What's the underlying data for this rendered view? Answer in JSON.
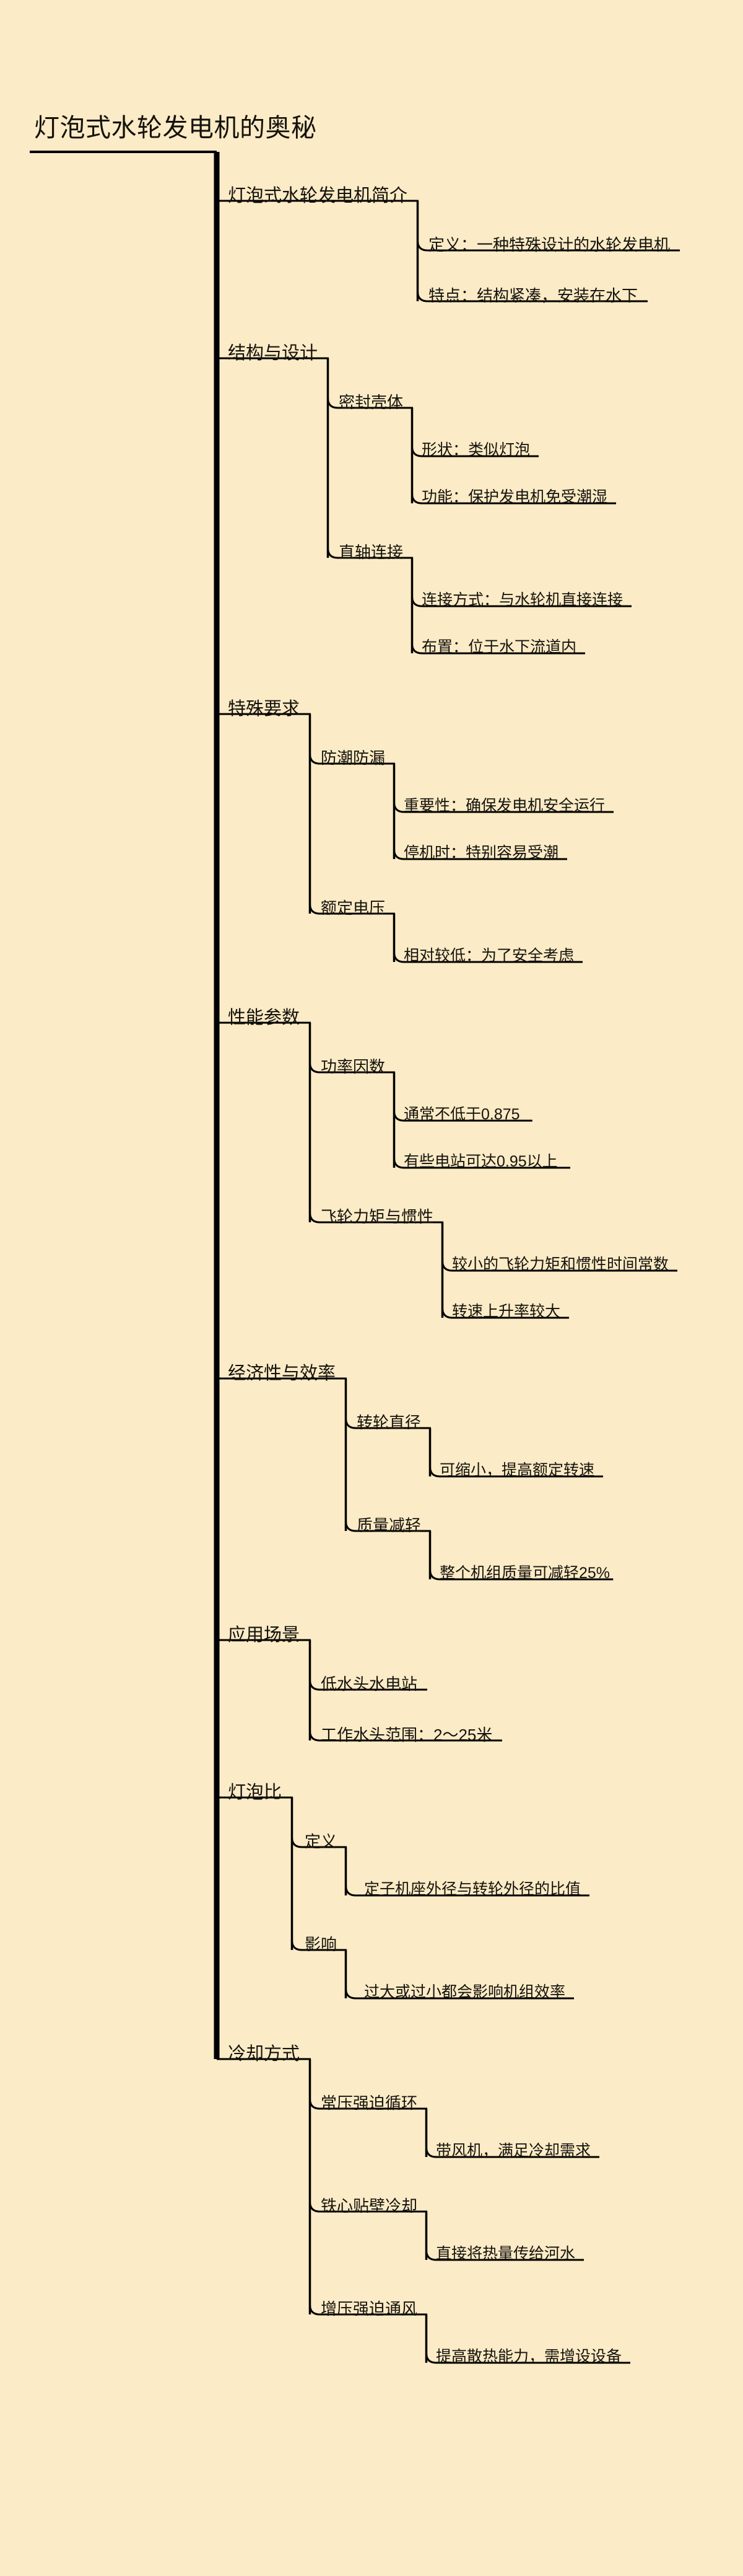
{
  "document": {
    "type": "mindmap",
    "background_color": "#fbebc6",
    "line_color": "#000000",
    "text_color": "#15120c"
  },
  "root": {
    "label": "灯泡式水轮发电机的奥秘"
  },
  "branches": [
    {
      "label": "灯泡式水轮发电机简介",
      "children": [
        {
          "label": "定义：一种特殊设计的水轮发电机",
          "children": []
        },
        {
          "label": "特点：结构紧凑，安装在水下",
          "children": []
        }
      ]
    },
    {
      "label": "结构与设计",
      "children": [
        {
          "label": "密封壳体",
          "children": [
            {
              "label": "形状：类似灯泡"
            },
            {
              "label": "功能：保护发电机免受潮湿"
            }
          ]
        },
        {
          "label": "直轴连接",
          "children": [
            {
              "label": "连接方式：与水轮机直接连接"
            },
            {
              "label": "布置：位于水下流道内"
            }
          ]
        }
      ]
    },
    {
      "label": "特殊要求",
      "children": [
        {
          "label": "防潮防漏",
          "children": [
            {
              "label": "重要性：确保发电机安全运行"
            },
            {
              "label": "停机时：特别容易受潮"
            }
          ]
        },
        {
          "label": "额定电压",
          "children": [
            {
              "label": "相对较低：为了安全考虑"
            }
          ]
        }
      ]
    },
    {
      "label": "性能参数",
      "children": [
        {
          "label": "功率因数",
          "children": [
            {
              "label": "通常不低于0.875"
            },
            {
              "label": "有些电站可达0.95以上"
            }
          ]
        },
        {
          "label": "飞轮力矩与惯性",
          "children": [
            {
              "label": "较小的飞轮力矩和惯性时间常数"
            },
            {
              "label": "转速上升率较大"
            }
          ]
        }
      ]
    },
    {
      "label": "经济性与效率",
      "children": [
        {
          "label": "转轮直径",
          "children": [
            {
              "label": "可缩小，提高额定转速"
            }
          ]
        },
        {
          "label": "质量减轻",
          "children": [
            {
              "label": "整个机组质量可减轻25%"
            }
          ]
        }
      ]
    },
    {
      "label": "应用场景",
      "children": [
        {
          "label": "低水头水电站",
          "children": []
        },
        {
          "label": "工作水头范围：2～25米",
          "children": []
        }
      ]
    },
    {
      "label": "灯泡比",
      "children": [
        {
          "label": "定义",
          "children": [
            {
              "label": "定子机座外径与转轮外径的比值"
            }
          ]
        },
        {
          "label": "影响",
          "children": [
            {
              "label": "过大或过小都会影响机组效率"
            }
          ]
        }
      ]
    },
    {
      "label": "冷却方式",
      "children": [
        {
          "label": "常压强迫循环",
          "children": [
            {
              "label": "带风机，满足冷却需求"
            }
          ]
        },
        {
          "label": "铁心贴壁冷却",
          "children": [
            {
              "label": "直接将热量传给河水"
            }
          ]
        },
        {
          "label": "增压强迫通风",
          "children": [
            {
              "label": "提高散热能力，需增设设备"
            }
          ]
        }
      ]
    }
  ]
}
